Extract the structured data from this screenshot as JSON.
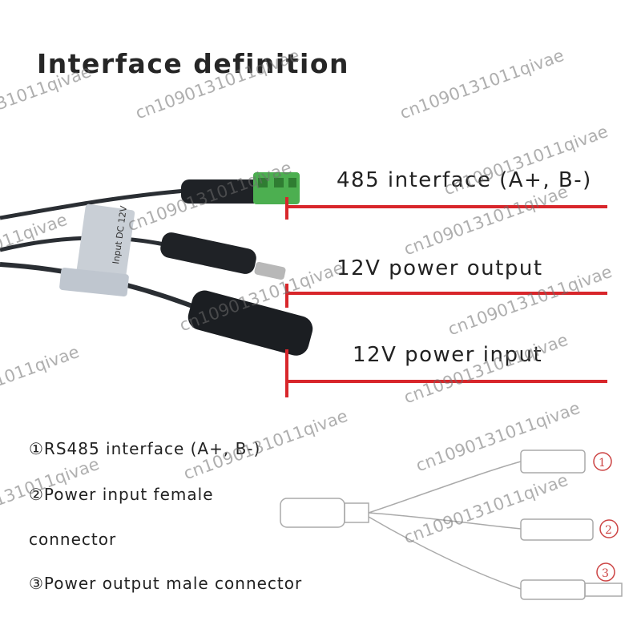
{
  "title": "Interface definition",
  "callouts": [
    {
      "text": "485 interface (A+, B-)"
    },
    {
      "text": "12V power output"
    },
    {
      "text": "12V power input"
    }
  ],
  "sticker_text": "Input DC 12V",
  "descriptions": [
    {
      "line": "①RS485 interface (A+, B-)"
    },
    {
      "line": "②Power input female"
    },
    {
      "line": "connector"
    },
    {
      "line": "③Power output male connector"
    }
  ],
  "diagram_numbers": [
    "1",
    "2",
    "3"
  ],
  "watermark": "cn1090131011qivae",
  "colors": {
    "callout_line": "#d8262b",
    "cable": "#2a2e33",
    "terminal": "#4caf50"
  }
}
